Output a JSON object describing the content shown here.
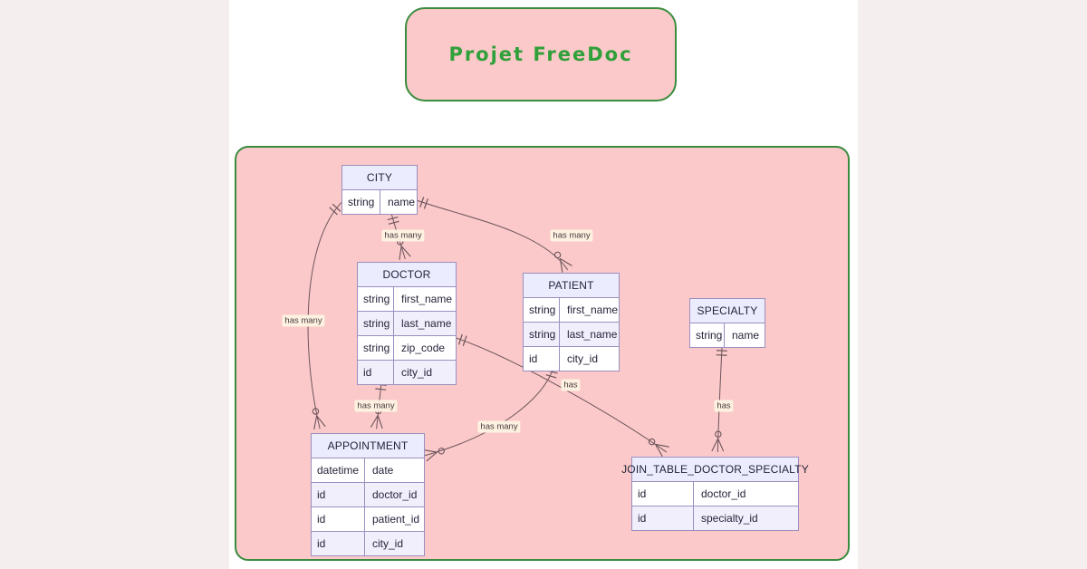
{
  "page": {
    "background_color": "#f4eeee",
    "canvas_color": "#ffffff"
  },
  "title_box": {
    "label": "Projet FreeDoc",
    "fill_color": "#fbc9c9",
    "border_color": "#3a8c3e",
    "text_color": "#2fa03a"
  },
  "diagram": {
    "container": {
      "fill_color": "#fbc9c9",
      "border_color": "#3a8c3e"
    },
    "theme": {
      "entity_header_fill": "#ececff",
      "entity_border_color": "#9a8fc0",
      "row_even_fill": "#f2effc",
      "row_odd_fill": "#ffffff",
      "line_color": "#6b545b",
      "label_background": "#fdf4e3"
    },
    "entities": [
      {
        "id": "city",
        "name": "CITY",
        "attributes": [
          [
            "string",
            "name"
          ]
        ]
      },
      {
        "id": "doctor",
        "name": "DOCTOR",
        "attributes": [
          [
            "string",
            "first_name"
          ],
          [
            "string",
            "last_name"
          ],
          [
            "string",
            "zip_code"
          ],
          [
            "id",
            "city_id"
          ]
        ]
      },
      {
        "id": "patient",
        "name": "PATIENT",
        "attributes": [
          [
            "string",
            "first_name"
          ],
          [
            "string",
            "last_name"
          ],
          [
            "id",
            "city_id"
          ]
        ]
      },
      {
        "id": "specialty",
        "name": "SPECIALTY",
        "attributes": [
          [
            "string",
            "name"
          ]
        ]
      },
      {
        "id": "appointment",
        "name": "APPOINTMENT",
        "attributes": [
          [
            "datetime",
            "date"
          ],
          [
            "id",
            "doctor_id"
          ],
          [
            "id",
            "patient_id"
          ],
          [
            "id",
            "city_id"
          ]
        ]
      },
      {
        "id": "join_table",
        "name": "JOIN_TABLE_DOCTOR_SPECIALTY",
        "attributes": [
          [
            "id",
            "doctor_id"
          ],
          [
            "id",
            "specialty_id"
          ]
        ]
      }
    ],
    "relationships": [
      {
        "from": "CITY",
        "to": "DOCTOR",
        "label": "has many",
        "cardinality": "one to zero-or-many"
      },
      {
        "from": "CITY",
        "to": "PATIENT",
        "label": "has many",
        "cardinality": "one to zero-or-many"
      },
      {
        "from": "CITY",
        "to": "APPOINTMENT",
        "label": "has many",
        "cardinality": "one to zero-or-many"
      },
      {
        "from": "DOCTOR",
        "to": "APPOINTMENT",
        "label": "has many",
        "cardinality": "one to zero-or-many"
      },
      {
        "from": "PATIENT",
        "to": "APPOINTMENT",
        "label": "has many",
        "cardinality": "one to zero-or-many"
      },
      {
        "from": "DOCTOR",
        "to": "JOIN_TABLE_DOCTOR_SPECIALTY",
        "label": "has",
        "cardinality": "one to zero-or-many"
      },
      {
        "from": "SPECIALTY",
        "to": "JOIN_TABLE_DOCTOR_SPECIALTY",
        "label": "has",
        "cardinality": "one to zero-or-many"
      }
    ]
  }
}
